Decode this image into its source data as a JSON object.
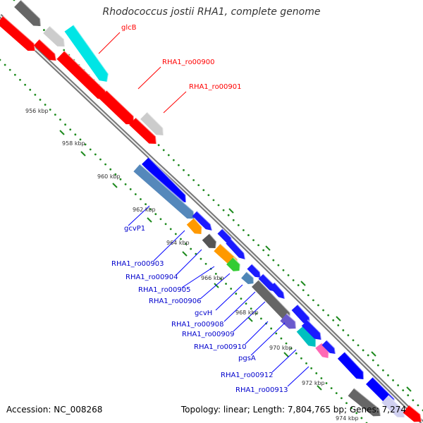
{
  "title": "Rhodococcus jostii RHA1, complete genome",
  "footer": {
    "accession": "Accession: NC_008268",
    "summary": "Topology: linear; Length: 7,804,765 bp; Genes: 7,274"
  },
  "colors": {
    "forward_gene": "#ff0000",
    "reverse_gene": "#0000ff",
    "backbone": "#888888",
    "tick": "#1e8a1e"
  },
  "ruler_labels": [
    "956 kbp",
    "958 kbp",
    "960 kbp",
    "962 kbp",
    "964 kbp",
    "966 kbp",
    "968 kbp",
    "970 kbp",
    "972 kbp",
    "974 kbp"
  ],
  "gene_labels_forward": [
    "glcB",
    "RHA1_ro00900",
    "RHA1_ro00901"
  ],
  "gene_labels_reverse": [
    "gcvP1",
    "RHA1_ro00903",
    "RHA1_ro00904",
    "RHA1_ro00905",
    "RHA1_ro00906",
    "gcvH",
    "RHA1_ro00908",
    "RHA1_ro00909",
    "RHA1_ro00910",
    "pgsA",
    "RHA1_ro00912",
    "RHA1_ro00913"
  ]
}
